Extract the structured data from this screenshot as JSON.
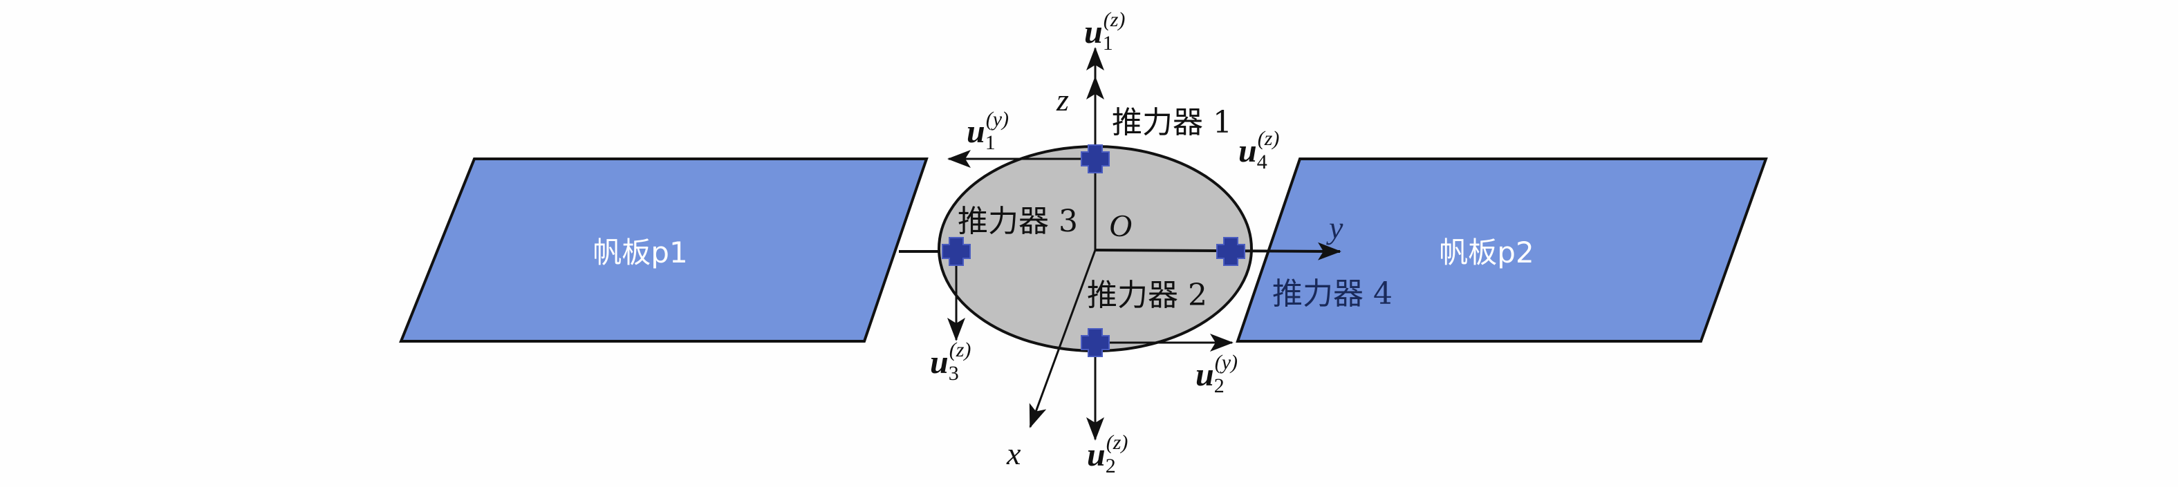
{
  "panels": {
    "left": "帆板p1",
    "right": "帆板p2"
  },
  "thrusters": {
    "t1": "推力器 1",
    "t2": "推力器 2",
    "t3": "推力器 3",
    "t4": "推力器 4"
  },
  "axes": {
    "origin": "O",
    "x": "x",
    "y": "y",
    "z": "z"
  },
  "vectors": {
    "u1z": {
      "base": "u",
      "sub": "1",
      "sup": "(z)"
    },
    "u1y": {
      "base": "u",
      "sub": "1",
      "sup": "(y)"
    },
    "u4z": {
      "base": "u",
      "sub": "4",
      "sup": "(z)"
    },
    "u3z": {
      "base": "u",
      "sub": "3",
      "sup": "(z)"
    },
    "u2y": {
      "base": "u",
      "sub": "2",
      "sup": "(y)"
    },
    "u2z": {
      "base": "u",
      "sub": "2",
      "sup": "(z)"
    }
  },
  "colors": {
    "panel": "#7393dc",
    "body": "#c0c0c0",
    "thruster": "#2a3a9a"
  }
}
